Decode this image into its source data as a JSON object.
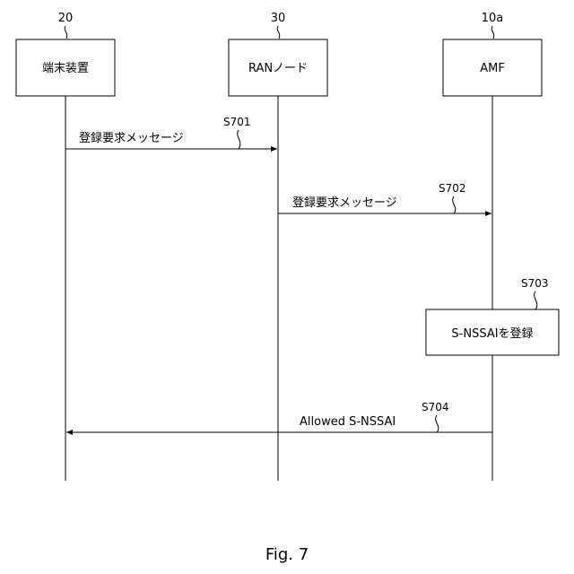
{
  "figure": {
    "caption": "Fig. 7"
  },
  "entities": [
    {
      "ref": "20",
      "label": "端末装置"
    },
    {
      "ref": "30",
      "label": "RANノード"
    },
    {
      "ref": "10a",
      "label": "AMF"
    }
  ],
  "messages": [
    {
      "step": "S701",
      "label": "登録要求メッセージ",
      "from": 0,
      "to": 1
    },
    {
      "step": "S702",
      "label": "登録要求メッセージ",
      "from": 1,
      "to": 2
    },
    {
      "step": "S704",
      "label": "Allowed S-NSSAI",
      "from": 2,
      "to": 0
    }
  ],
  "process": {
    "step": "S703",
    "label": "S-NSSAIを登録",
    "entity": 2
  },
  "colors": {
    "line": "#000000",
    "background": "#ffffff"
  }
}
